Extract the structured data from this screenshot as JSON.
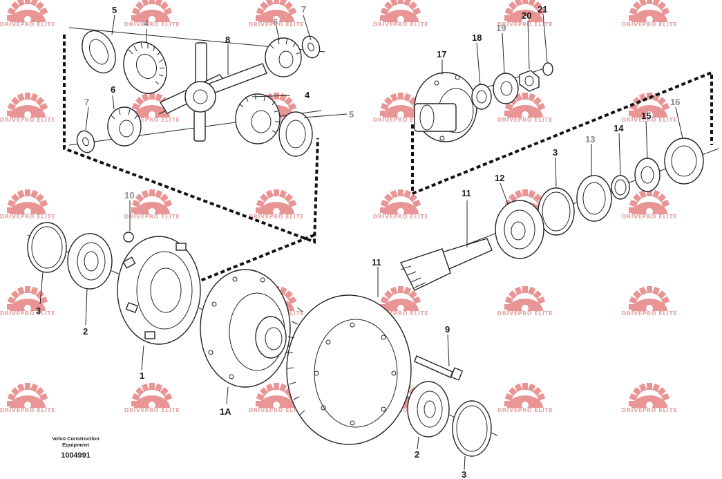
{
  "watermark": {
    "text": "DRIVEPRO ELITE",
    "color": "#e27272"
  },
  "callouts": {
    "c1": "1",
    "c1a": "1A",
    "c2_left": "2",
    "c2_bottom": "2",
    "c3_left": "3",
    "c3_bottom": "3",
    "c3_right": "3",
    "c4_top": "4",
    "c4_mid": "4",
    "c5_top": "5",
    "c5_mid": "5",
    "c6_top": "6",
    "c6_left": "6",
    "c7_top": "7",
    "c7_left": "7",
    "c8": "8",
    "c9": "9",
    "c10": "10",
    "c11_pinion": "11",
    "c11_ring": "11",
    "c12": "12",
    "c13": "13",
    "c14": "14",
    "c15": "15",
    "c16": "16",
    "c17": "17",
    "c18": "18",
    "c19": "19",
    "c20": "20",
    "c21": "21"
  },
  "footer": {
    "maker_line1": "Volvo Construction",
    "maker_line2": "Equipment",
    "doc_number": "1004991"
  }
}
